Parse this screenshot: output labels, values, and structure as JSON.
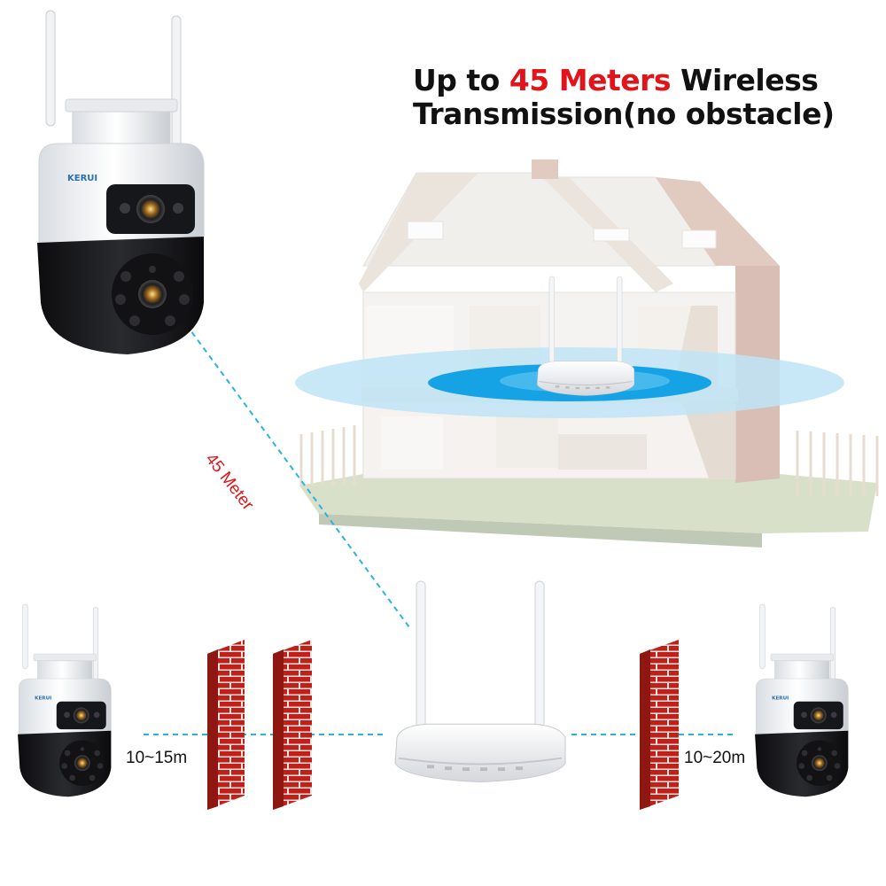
{
  "headline": {
    "prefix": "Up to ",
    "accent": "45 Meters",
    "suffix": " Wireless",
    "line2": "Transmission(no obstacle)"
  },
  "labels": {
    "diagonal_distance": "45 Meter",
    "left_distance": "10~15m",
    "right_distance": "10~20m"
  },
  "camera": {
    "brand": "KERUI"
  },
  "colors": {
    "accent": "#e0141a",
    "brick": "#c0201a",
    "mortar": "#f6e2de",
    "signal": "#1a9ad6",
    "wave_outer": "#bfe4f6",
    "wave_inner": "#16a3e6",
    "link_line": "#29b3e0"
  }
}
